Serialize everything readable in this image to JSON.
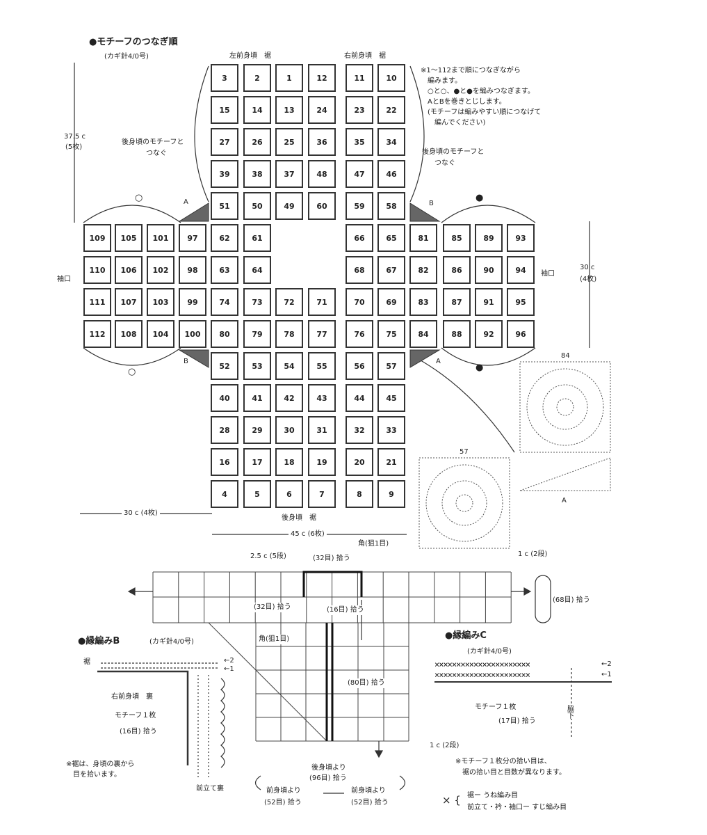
{
  "title": "●モチーフのつなぎ順",
  "hook": "(カギ針4/0号)",
  "labels": {
    "left_front_hem": "左前身頃　裾",
    "right_front_hem": "右前身頃　裾",
    "back_hem": "後身頃　裾",
    "cuff_left": "袖口",
    "cuff_right": "袖口",
    "dim_height": "37.5 c",
    "dim_height_count": "(5枚)",
    "dim_right": "30 c",
    "dim_right_count": "(4枚)",
    "dim_left_bottom": "30 c (4枚)",
    "dim_bottom": "45 c (6枚)",
    "join_left_1": "後身頃のモチーフと",
    "join_left_2": "つなぐ",
    "join_right_1": "後身頃のモチーフと",
    "join_right_2": "つなぐ",
    "A1": "A",
    "B1": "B",
    "B2": "B",
    "A2": "A",
    "circle_open_top": "○",
    "circle_open_bottom": "○",
    "circle_fill_top": "●",
    "circle_fill_bottom": "●"
  },
  "notes": [
    "※1～112まで順につなぎながら",
    "　編みます。",
    "　○と○、●と●を編みつなぎます。",
    "　AとBを巻きとじします。",
    "　(モチーフは編みやすい順につなげて",
    "　　編んでください)"
  ],
  "motif_labels": {
    "m84": "84",
    "m57": "57",
    "mA": "A"
  },
  "grid": [
    {
      "n": "3",
      "c": 4,
      "r": 0
    },
    {
      "n": "2",
      "c": 5,
      "r": 0
    },
    {
      "n": "1",
      "c": 6,
      "r": 0
    },
    {
      "n": "12",
      "c": 7,
      "r": 0
    },
    {
      "n": "11",
      "c": 8,
      "r": 0
    },
    {
      "n": "10",
      "c": 9,
      "r": 0
    },
    {
      "n": "15",
      "c": 4,
      "r": 1
    },
    {
      "n": "14",
      "c": 5,
      "r": 1
    },
    {
      "n": "13",
      "c": 6,
      "r": 1
    },
    {
      "n": "24",
      "c": 7,
      "r": 1
    },
    {
      "n": "23",
      "c": 8,
      "r": 1
    },
    {
      "n": "22",
      "c": 9,
      "r": 1
    },
    {
      "n": "27",
      "c": 4,
      "r": 2
    },
    {
      "n": "26",
      "c": 5,
      "r": 2
    },
    {
      "n": "25",
      "c": 6,
      "r": 2
    },
    {
      "n": "36",
      "c": 7,
      "r": 2
    },
    {
      "n": "35",
      "c": 8,
      "r": 2
    },
    {
      "n": "34",
      "c": 9,
      "r": 2
    },
    {
      "n": "39",
      "c": 4,
      "r": 3
    },
    {
      "n": "38",
      "c": 5,
      "r": 3
    },
    {
      "n": "37",
      "c": 6,
      "r": 3
    },
    {
      "n": "48",
      "c": 7,
      "r": 3
    },
    {
      "n": "47",
      "c": 8,
      "r": 3
    },
    {
      "n": "46",
      "c": 9,
      "r": 3
    },
    {
      "n": "51",
      "c": 4,
      "r": 4
    },
    {
      "n": "50",
      "c": 5,
      "r": 4
    },
    {
      "n": "49",
      "c": 6,
      "r": 4
    },
    {
      "n": "60",
      "c": 7,
      "r": 4
    },
    {
      "n": "59",
      "c": 8,
      "r": 4
    },
    {
      "n": "58",
      "c": 9,
      "r": 4
    },
    {
      "n": "109",
      "c": 0,
      "r": 5
    },
    {
      "n": "105",
      "c": 1,
      "r": 5
    },
    {
      "n": "101",
      "c": 2,
      "r": 5
    },
    {
      "n": "97",
      "c": 3,
      "r": 5
    },
    {
      "n": "62",
      "c": 4,
      "r": 5
    },
    {
      "n": "61",
      "c": 5,
      "r": 5
    },
    {
      "n": "66",
      "c": 8,
      "r": 5
    },
    {
      "n": "65",
      "c": 9,
      "r": 5
    },
    {
      "n": "81",
      "c": 10,
      "r": 5
    },
    {
      "n": "85",
      "c": 11,
      "r": 5
    },
    {
      "n": "89",
      "c": 12,
      "r": 5
    },
    {
      "n": "93",
      "c": 13,
      "r": 5
    },
    {
      "n": "110",
      "c": 0,
      "r": 6
    },
    {
      "n": "106",
      "c": 1,
      "r": 6
    },
    {
      "n": "102",
      "c": 2,
      "r": 6
    },
    {
      "n": "98",
      "c": 3,
      "r": 6
    },
    {
      "n": "63",
      "c": 4,
      "r": 6
    },
    {
      "n": "64",
      "c": 5,
      "r": 6
    },
    {
      "n": "68",
      "c": 8,
      "r": 6
    },
    {
      "n": "67",
      "c": 9,
      "r": 6
    },
    {
      "n": "82",
      "c": 10,
      "r": 6
    },
    {
      "n": "86",
      "c": 11,
      "r": 6
    },
    {
      "n": "90",
      "c": 12,
      "r": 6
    },
    {
      "n": "94",
      "c": 13,
      "r": 6
    },
    {
      "n": "111",
      "c": 0,
      "r": 7
    },
    {
      "n": "107",
      "c": 1,
      "r": 7
    },
    {
      "n": "103",
      "c": 2,
      "r": 7
    },
    {
      "n": "99",
      "c": 3,
      "r": 7
    },
    {
      "n": "74",
      "c": 4,
      "r": 7
    },
    {
      "n": "73",
      "c": 5,
      "r": 7
    },
    {
      "n": "72",
      "c": 6,
      "r": 7
    },
    {
      "n": "71",
      "c": 7,
      "r": 7
    },
    {
      "n": "70",
      "c": 8,
      "r": 7
    },
    {
      "n": "69",
      "c": 9,
      "r": 7
    },
    {
      "n": "83",
      "c": 10,
      "r": 7
    },
    {
      "n": "87",
      "c": 11,
      "r": 7
    },
    {
      "n": "91",
      "c": 12,
      "r": 7
    },
    {
      "n": "95",
      "c": 13,
      "r": 7
    },
    {
      "n": "112",
      "c": 0,
      "r": 8
    },
    {
      "n": "108",
      "c": 1,
      "r": 8
    },
    {
      "n": "104",
      "c": 2,
      "r": 8
    },
    {
      "n": "100",
      "c": 3,
      "r": 8
    },
    {
      "n": "80",
      "c": 4,
      "r": 8
    },
    {
      "n": "79",
      "c": 5,
      "r": 8
    },
    {
      "n": "78",
      "c": 6,
      "r": 8
    },
    {
      "n": "77",
      "c": 7,
      "r": 8
    },
    {
      "n": "76",
      "c": 8,
      "r": 8
    },
    {
      "n": "75",
      "c": 9,
      "r": 8
    },
    {
      "n": "84",
      "c": 10,
      "r": 8
    },
    {
      "n": "88",
      "c": 11,
      "r": 8
    },
    {
      "n": "92",
      "c": 12,
      "r": 8
    },
    {
      "n": "96",
      "c": 13,
      "r": 8
    },
    {
      "n": "52",
      "c": 4,
      "r": 9
    },
    {
      "n": "53",
      "c": 5,
      "r": 9
    },
    {
      "n": "54",
      "c": 6,
      "r": 9
    },
    {
      "n": "55",
      "c": 7,
      "r": 9
    },
    {
      "n": "56",
      "c": 8,
      "r": 9
    },
    {
      "n": "57",
      "c": 9,
      "r": 9
    },
    {
      "n": "40",
      "c": 4,
      "r": 10
    },
    {
      "n": "41",
      "c": 5,
      "r": 10
    },
    {
      "n": "42",
      "c": 6,
      "r": 10
    },
    {
      "n": "43",
      "c": 7,
      "r": 10
    },
    {
      "n": "44",
      "c": 8,
      "r": 10
    },
    {
      "n": "45",
      "c": 9,
      "r": 10
    },
    {
      "n": "28",
      "c": 4,
      "r": 11
    },
    {
      "n": "29",
      "c": 5,
      "r": 11
    },
    {
      "n": "30",
      "c": 6,
      "r": 11
    },
    {
      "n": "31",
      "c": 7,
      "r": 11
    },
    {
      "n": "32",
      "c": 8,
      "r": 11
    },
    {
      "n": "33",
      "c": 9,
      "r": 11
    },
    {
      "n": "16",
      "c": 4,
      "r": 12
    },
    {
      "n": "17",
      "c": 5,
      "r": 12
    },
    {
      "n": "18",
      "c": 6,
      "r": 12
    },
    {
      "n": "19",
      "c": 7,
      "r": 12
    },
    {
      "n": "20",
      "c": 8,
      "r": 12
    },
    {
      "n": "21",
      "c": 9,
      "r": 12
    },
    {
      "n": "4",
      "c": 4,
      "r": 13
    },
    {
      "n": "5",
      "c": 5,
      "r": 13
    },
    {
      "n": "6",
      "c": 6,
      "r": 13
    },
    {
      "n": "7",
      "c": 7,
      "r": 13
    },
    {
      "n": "8",
      "c": 8,
      "r": 13
    },
    {
      "n": "9",
      "c": 9,
      "r": 13
    }
  ],
  "lower": {
    "dim_25": "2.5 c (5段)",
    "pick_32_top": "(32目) 拾う",
    "corner_top": "角(狙1目)",
    "dim_1c_top": "1 c (2段)",
    "pick_68": "(68目) 拾う",
    "pick_32_mid": "(32目) 拾う",
    "pick_16": "(16目) 拾う",
    "corner_mid": "角(狙1目)",
    "pick_80": "(80目) 拾う",
    "dim_1c_bottom": "1 c (2段)",
    "back_from": "後身頃より",
    "back_pick": "(96目) 拾う",
    "front_from_l": "前身頃より",
    "front_pick_l": "(52目) 拾う",
    "front_from_r": "前身頃より",
    "front_pick_r": "(52目) 拾う"
  },
  "edgeB": {
    "title": "●縁編みB",
    "hook": "(カギ針4/0号)",
    "hem": "裾",
    "row_2": "←2",
    "row_1": "←1",
    "side": "右前身頃　裏",
    "motif": "モチーフ１枚",
    "pick": "(16目) 拾う",
    "note_1": "※裾は、身頃の裏から",
    "note_2": "　目を拾います。",
    "bottom": "前立て裏"
  },
  "edgeC": {
    "title": "●縁編みC",
    "hook": "(カギ針4/0号)",
    "row_2": "←2",
    "row_1": "←1",
    "motif": "モチーフ１枚",
    "pick": "(17目) 拾う",
    "side": "脇下",
    "note_1": "※モチーフ１枚分の拾い目は、",
    "note_2": "　裾の拾い目と目数が異なります。",
    "legend_1": "裾ー うね編み目",
    "legend_2": "前立て・衿・袖口ー すじ編み目"
  }
}
